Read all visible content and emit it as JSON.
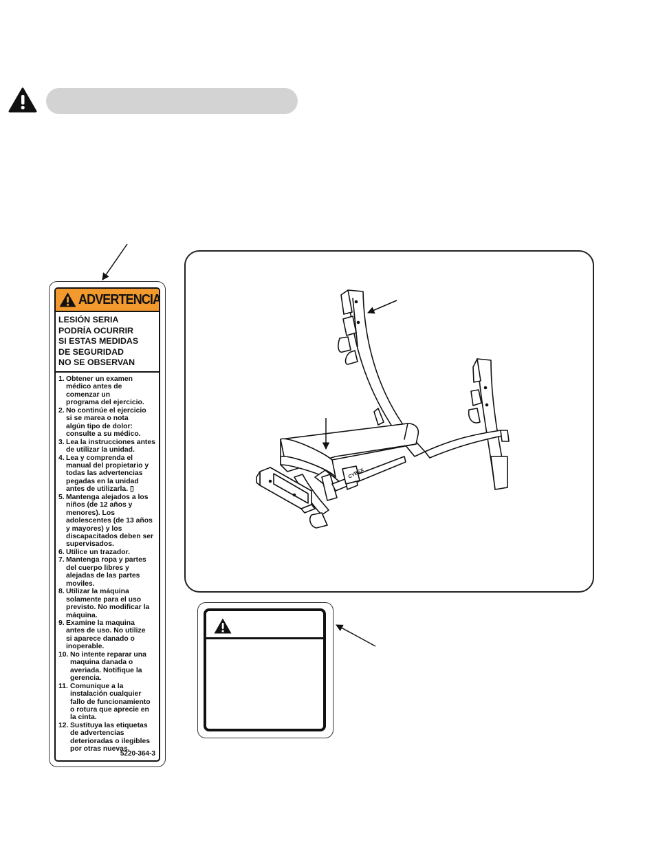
{
  "warning_label": {
    "signal_word": "ADVERTENCIA",
    "hazard_lines": [
      "LESIÓN SERIA",
      "PODRÍA OCURRIR",
      "SI ESTAS MEDIDAS",
      "DE SEGURIDAD",
      "NO SE OBSERVAN"
    ],
    "instructions": [
      {
        "num": "1.",
        "text": "Obtener un examen\nmédico antes de\ncomenzar un\nprograma del ejercicio."
      },
      {
        "num": "2.",
        "text": "No continúe el ejercicio\nsi se marea o nota\nalgún tipo de dolor:\nconsulte a su médico."
      },
      {
        "num": "3.",
        "text": "Lea la instrucciones antes\nde utilizar la unidad."
      },
      {
        "num": "4.",
        "text": "Lea y comprenda el\nmanual del propietario y\ntodas las advertencias\npegadas en la unidad\nantes de utilizarla. ▯"
      },
      {
        "num": "5.",
        "text": "Mantenga alejados a los\nniños (de 12 años y\nmenores). Los\nadolescentes (de 13 años\ny mayores) y los\ndiscapacitados deben ser\nsupervisados."
      },
      {
        "num": "6.",
        "text": "Utilice un trazador."
      },
      {
        "num": "7.",
        "text": "Mantenga ropa y partes\ndel cuerpo libres y\nalejadas de las partes\nmoviles."
      },
      {
        "num": "8.",
        "text": "Utilizar la máquina\nsolamente para el uso\nprevisto. No modificar la\nmáquina."
      },
      {
        "num": "9.",
        "text": "Examine la maquina\nantes de uso. No utilize\nsi aparece danado o\ninoperable."
      },
      {
        "num": "10.",
        "text": "No intente reparar una\nmaquina danada o\naveriada. Notifique la\ngerencia."
      },
      {
        "num": "11.",
        "text": "Comunique a la\ninstalación cualquier\nfallo de funcionamiento\no rotura que aprecie en\nla cinta."
      },
      {
        "num": "12.",
        "text": "Sustituya las etiquetas\nde advertencias\ndeterioradas o ilegibles\npor otras nuevas."
      }
    ],
    "part_number": "5220-364-3"
  },
  "bench": {
    "brand_text": "CYBEX"
  },
  "colors": {
    "signal_orange": "#f39a2e",
    "header_pill": "#d3d3d3"
  },
  "icons": {
    "header": "warning-triangle-icon",
    "small_label": "warning-triangle-icon"
  }
}
